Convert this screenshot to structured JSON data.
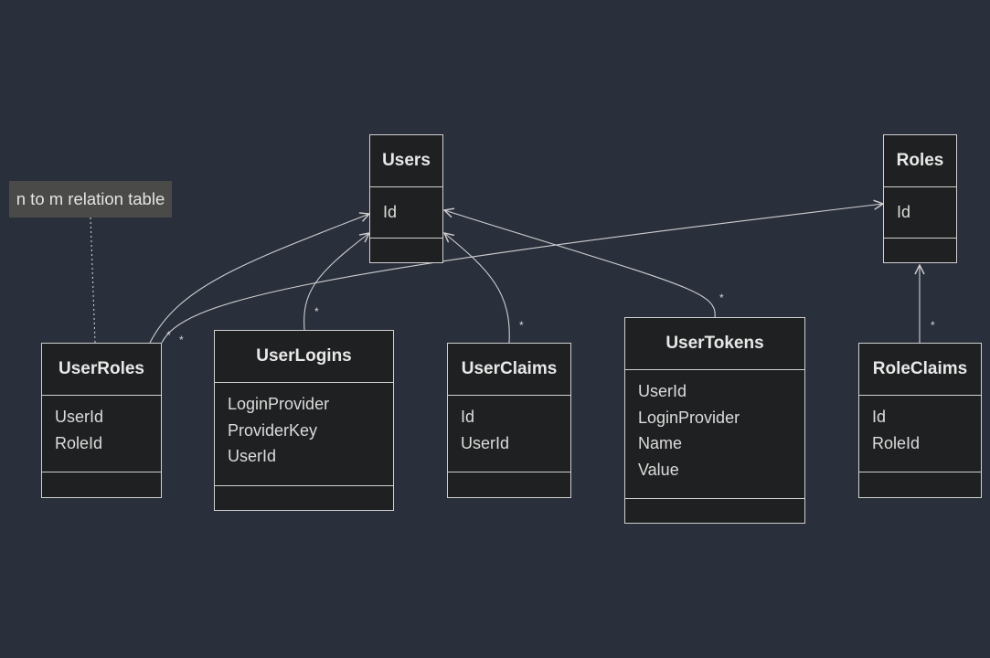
{
  "note": {
    "text": "n to m relation table"
  },
  "classes": {
    "users": {
      "name": "Users",
      "attributes": [
        "Id"
      ]
    },
    "roles": {
      "name": "Roles",
      "attributes": [
        "Id"
      ]
    },
    "user_roles": {
      "name": "UserRoles",
      "attributes": [
        "UserId",
        "RoleId"
      ]
    },
    "user_logins": {
      "name": "UserLogins",
      "attributes": [
        "LoginProvider",
        "ProviderKey",
        "UserId"
      ]
    },
    "user_claims": {
      "name": "UserClaims",
      "attributes": [
        "Id",
        "UserId"
      ]
    },
    "user_tokens": {
      "name": "UserTokens",
      "attributes": [
        "UserId",
        "LoginProvider",
        "Name",
        "Value"
      ]
    },
    "role_claims": {
      "name": "RoleClaims",
      "attributes": [
        "Id",
        "RoleId"
      ]
    }
  },
  "relations": [
    {
      "from": "UserRoles",
      "to": "Users",
      "multiplicity": "*"
    },
    {
      "from": "UserRoles",
      "to": "Roles",
      "multiplicity": "*"
    },
    {
      "from": "UserLogins",
      "to": "Users",
      "multiplicity": "*"
    },
    {
      "from": "UserClaims",
      "to": "Users",
      "multiplicity": "*"
    },
    {
      "from": "UserTokens",
      "to": "Users",
      "multiplicity": "*"
    },
    {
      "from": "RoleClaims",
      "to": "Roles",
      "multiplicity": "*"
    }
  ],
  "colors": {
    "background": "#2a2f3c",
    "box_fill": "#1f2021",
    "border": "#d0d0d0",
    "note_fill": "#4a4b48"
  }
}
